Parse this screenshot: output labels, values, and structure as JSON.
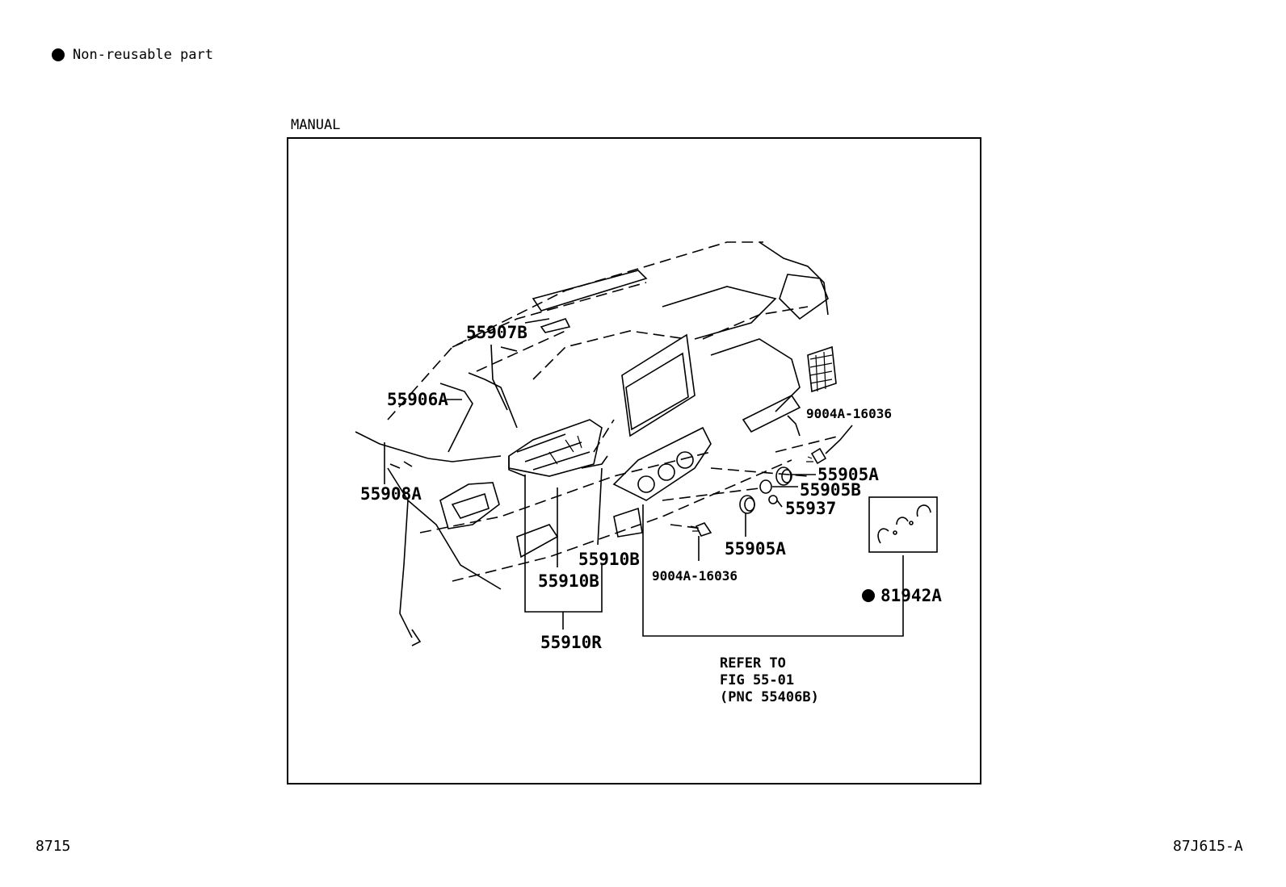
{
  "legend": {
    "symbol": "filled-circle",
    "text": "Non-reusable part"
  },
  "section_label": "MANUAL",
  "part_labels": {
    "p55907B": "55907B",
    "p55906A": "55906A",
    "p55908A": "55908A",
    "p55910B_left": "55910B",
    "p55910B_right": "55910B",
    "p55910R": "55910R",
    "p9004A_upper": "9004A-16036",
    "p9004A_lower": "9004A-16036",
    "p55905A_upper": "55905A",
    "p55905B": "55905B",
    "p55937": "55937",
    "p55905A_lower": "55905A",
    "p81942A": "81942A"
  },
  "reference_note": {
    "line1": "REFER TO",
    "line2": "FIG 55-01",
    "line3": "(PNC 55406B)"
  },
  "footer": {
    "page_number": "8715",
    "illustration_code": "87J615-A"
  }
}
